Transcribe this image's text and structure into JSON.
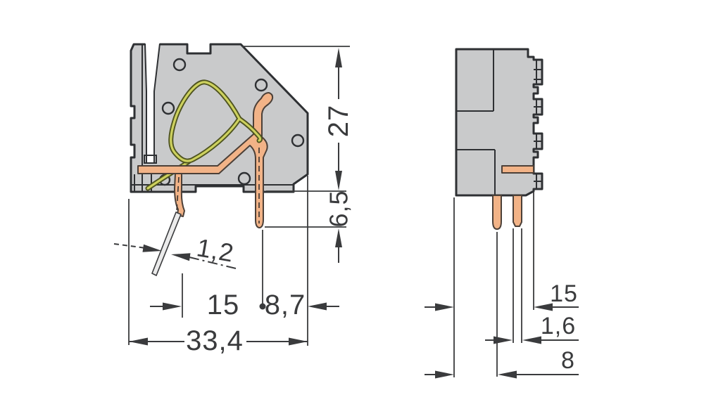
{
  "colors": {
    "background": "#ffffff",
    "housing_gray": "#c9cacb",
    "outline_dark": "#2e3033",
    "copper": "#f2b387",
    "copper_outline": "#4c4038",
    "spring_yellow": "#cdd15e",
    "spring_outline": "#4f5420",
    "dimension_ink": "#3a3b3d",
    "blade_light": "#ebebeb"
  },
  "side_view": {
    "dimensions": {
      "height": "27",
      "pin_length": "6,5",
      "blade_thickness": "1,2",
      "pin_spacing": "15",
      "pin_to_edge": "8,7",
      "overall_width": "33,4"
    }
  },
  "front_view": {
    "dimensions": {
      "depth": "15",
      "pin_width": "1,6",
      "pin_offset": "8"
    }
  }
}
